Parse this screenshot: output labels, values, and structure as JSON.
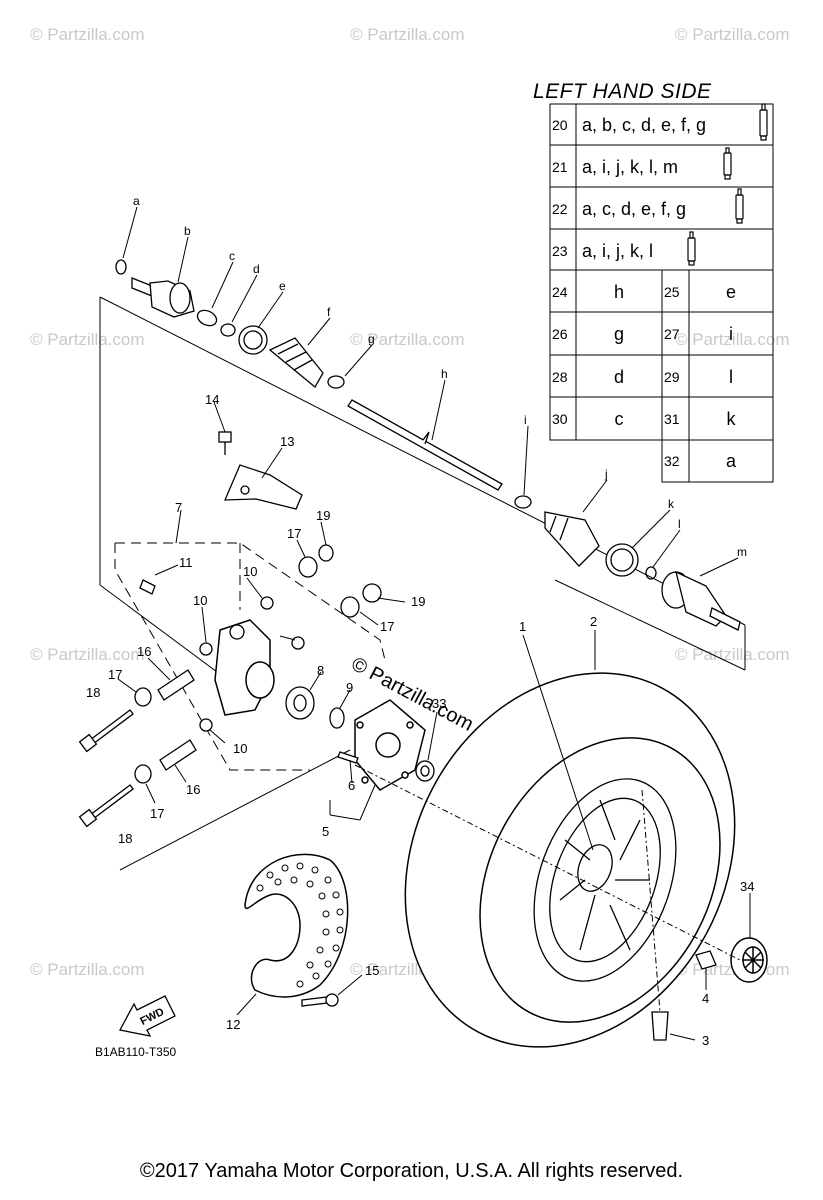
{
  "table": {
    "title": "LEFT HAND SIDE",
    "rows_full": [
      {
        "num": "20",
        "text": "a, b, c, d, e, f, g"
      },
      {
        "num": "21",
        "text": "a, i, j, k, l, m"
      },
      {
        "num": "22",
        "text": "a, c, d, e, f, g"
      },
      {
        "num": "23",
        "text": "a, i, j, k, l"
      }
    ],
    "rows_pair": [
      {
        "n1": "24",
        "v1": "h",
        "n2": "25",
        "v2": "e"
      },
      {
        "n1": "26",
        "v1": "g",
        "n2": "27",
        "v2": "i"
      },
      {
        "n1": "28",
        "v1": "d",
        "n2": "29",
        "v2": "l"
      },
      {
        "n1": "30",
        "v1": "c",
        "n2": "31",
        "v2": "k"
      }
    ],
    "last_row": {
      "num": "32",
      "text": "a"
    }
  },
  "letters": [
    "a",
    "b",
    "c",
    "d",
    "e",
    "f",
    "g",
    "h",
    "i",
    "j",
    "k",
    "l",
    "m"
  ],
  "callouts": [
    "1",
    "2",
    "3",
    "4",
    "5",
    "6",
    "7",
    "8",
    "9",
    "10",
    "10",
    "10",
    "11",
    "12",
    "13",
    "14",
    "15",
    "16",
    "16",
    "17",
    "17",
    "17",
    "17",
    "18",
    "18",
    "19",
    "19",
    "33",
    "34"
  ],
  "fwd_label": "FWD",
  "diagram_code": "B1AB110-T350",
  "center_watermark": "© Partzilla.com",
  "watermark": "© Partzilla.com",
  "copyright": "©2017 Yamaha Motor Corporation, U.S.A. All rights reserved."
}
